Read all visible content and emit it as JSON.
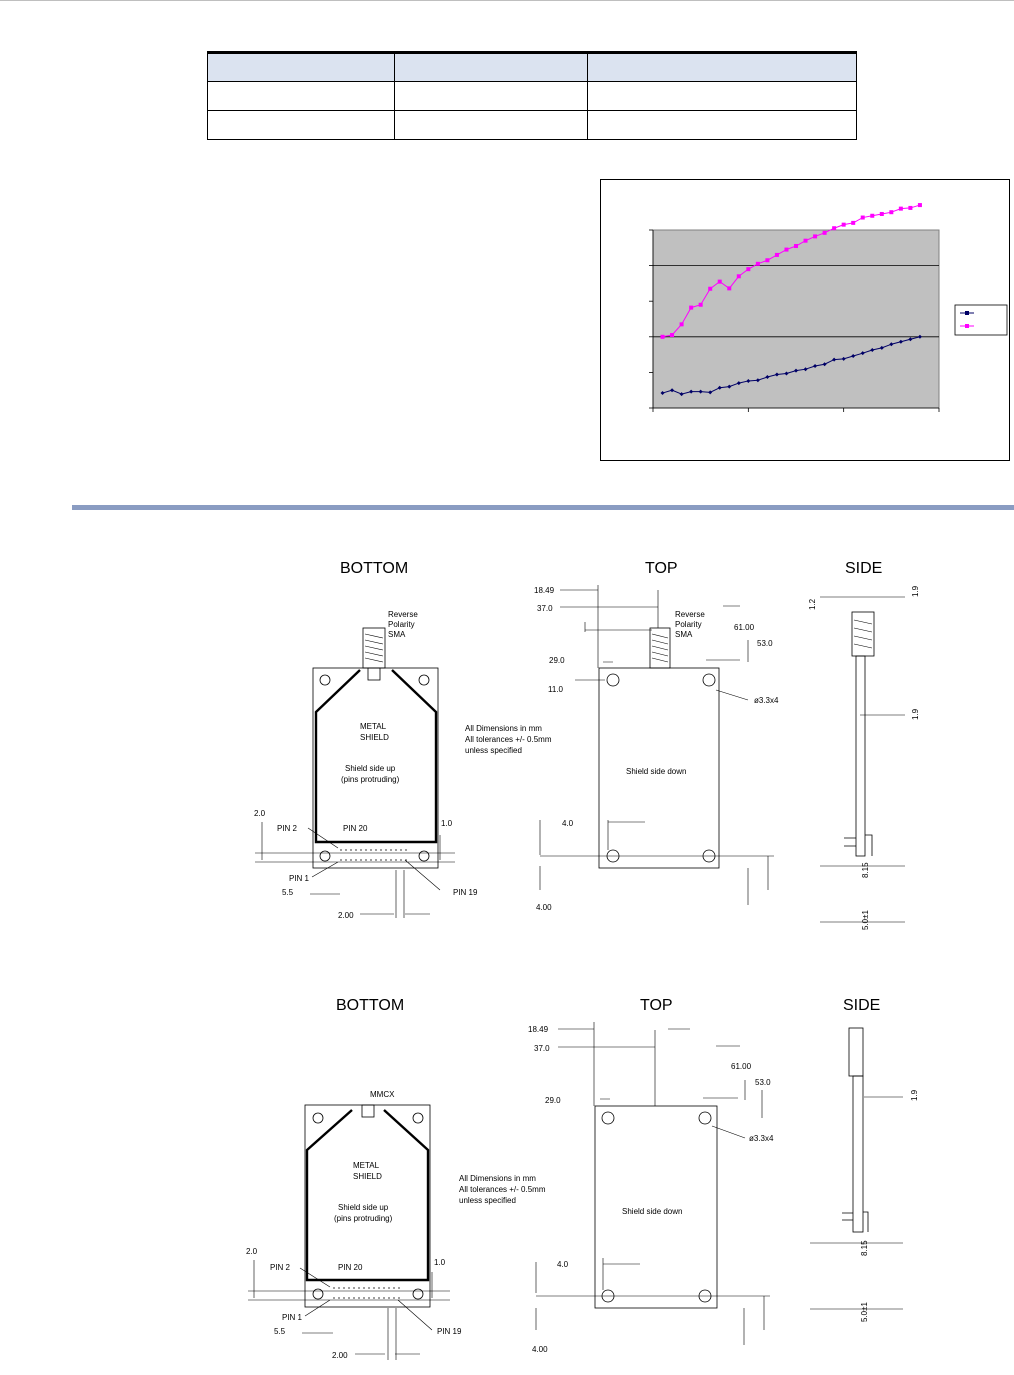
{
  "spec_table": {
    "headers": [
      "",
      "",
      ""
    ],
    "rows": [
      [
        "",
        "",
        ""
      ],
      [
        "",
        "",
        ""
      ]
    ]
  },
  "chart_data": {
    "type": "line",
    "x": [
      1,
      2,
      3,
      4,
      5,
      6,
      7,
      8,
      9,
      10,
      11,
      12,
      13,
      14,
      15,
      16,
      17,
      18,
      19,
      20,
      21,
      22,
      23,
      24,
      25,
      26,
      27,
      28
    ],
    "series": [
      {
        "color": "#000066",
        "marker": "diamond",
        "values": [
          0.42,
          0.5,
          0.39,
          0.46,
          0.46,
          0.44,
          0.57,
          0.6,
          0.7,
          0.76,
          0.78,
          0.87,
          0.94,
          0.97,
          1.05,
          1.09,
          1.18,
          1.23,
          1.36,
          1.38,
          1.46,
          1.54,
          1.63,
          1.69,
          1.79,
          1.86,
          1.93,
          2.0
        ]
      },
      {
        "color": "#ff00ff",
        "marker": "square",
        "values": [
          2.0,
          2.05,
          2.35,
          2.82,
          2.9,
          3.35,
          3.55,
          3.36,
          3.7,
          3.9,
          4.05,
          4.15,
          4.3,
          4.45,
          4.55,
          4.7,
          4.82,
          4.92,
          5.05,
          5.15,
          5.2,
          5.35,
          5.4,
          5.45,
          5.5,
          5.6,
          5.62,
          5.7
        ]
      }
    ],
    "ylim": [
      0,
      5
    ],
    "xlim": [
      0,
      30
    ],
    "grid": "horizontal",
    "legend": "right",
    "background": "#c0c0c0"
  },
  "drawing_1": {
    "bottom_title": "BOTTOM",
    "top_title": "TOP",
    "side_title": "SIDE",
    "connector_label": [
      "Reverse",
      "Polarity",
      "SMA"
    ],
    "connector_label_top": [
      "Reverse",
      "Polarity",
      "SMA"
    ],
    "shield_label": [
      "METAL",
      "SHIELD"
    ],
    "shield_up": [
      "Shield side up",
      "(pins protruding)"
    ],
    "shield_down": "Shield side down",
    "notes": [
      "All Dimensions in mm",
      "All tolerances +/- 0.5mm",
      "unless specified"
    ],
    "dims": {
      "d2_0": "2.0",
      "pin2": "PIN 2",
      "pin20": "PIN 20",
      "d1_0": "1.0",
      "pin1": "PIN 1",
      "d5_5": "5.5",
      "pin19": "PIN 19",
      "d2_00": "2.00",
      "d18_49": "18.49",
      "d37_0": "37.0",
      "d61_00": "61.00",
      "d53_0": "53.0",
      "d29_0": "29.0",
      "d11_0": "11.0",
      "hole": "ø3.3x4",
      "d4_0": "4.0",
      "d4_00": "4.00",
      "s1_2": "1.2",
      "s1_9a": "1.9",
      "s1_9b": "1.9",
      "s8_15": "8.15",
      "s5_0": "5.0±1"
    }
  },
  "drawing_2": {
    "bottom_title": "BOTTOM",
    "top_title": "TOP",
    "side_title": "SIDE",
    "connector_label": "MMCX",
    "shield_label": [
      "METAL",
      "SHIELD"
    ],
    "shield_up": [
      "Shield side up",
      "(pins protruding)"
    ],
    "shield_down": "Shield side down",
    "notes": [
      "All Dimensions in mm",
      "All tolerances +/- 0.5mm",
      "unless specified"
    ],
    "dims": {
      "d2_0": "2.0",
      "pin2": "PIN 2",
      "pin20": "PIN 20",
      "d1_0": "1.0",
      "pin1": "PIN 1",
      "d5_5": "5.5",
      "pin19": "PIN 19",
      "d2_00": "2.00",
      "d18_49": "18.49",
      "d37_0": "37.0",
      "d61_00": "61.00",
      "d53_0": "53.0",
      "d29_0": "29.0",
      "hole": "ø3.3x4",
      "d4_0": "4.0",
      "d4_00": "4.00",
      "s1_9": "1.9",
      "s8_15": "8.15",
      "s5_0": "5.0±1"
    }
  }
}
